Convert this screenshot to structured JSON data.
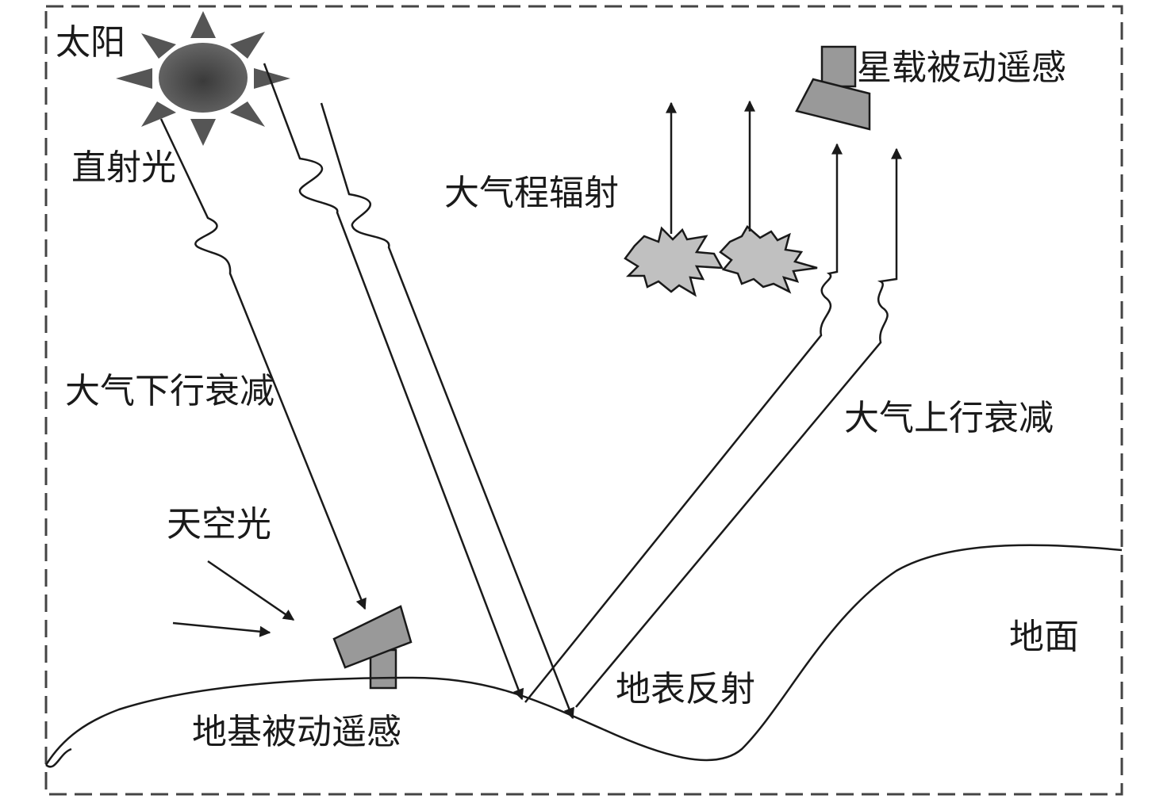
{
  "diagram": {
    "type": "remote-sensing-radiative-transfer",
    "labels": {
      "sun": "太阳",
      "direct_light": "直射光",
      "downward_attenuation": "大气下行衰减",
      "sky_light": "天空光",
      "ground_sensor": "地基被动遥感",
      "path_radiance": "大气程辐射",
      "satellite_sensor": "星载被动遥感",
      "upward_attenuation": "大气上行衰减",
      "surface_reflection": "地表反射",
      "ground": "地面"
    },
    "colors": {
      "sun_fill": "#555555",
      "sensor_fill": "#999999",
      "scatter_fill": "#c0c0c0",
      "line": "#1a1a1a",
      "border": "#444444"
    }
  }
}
